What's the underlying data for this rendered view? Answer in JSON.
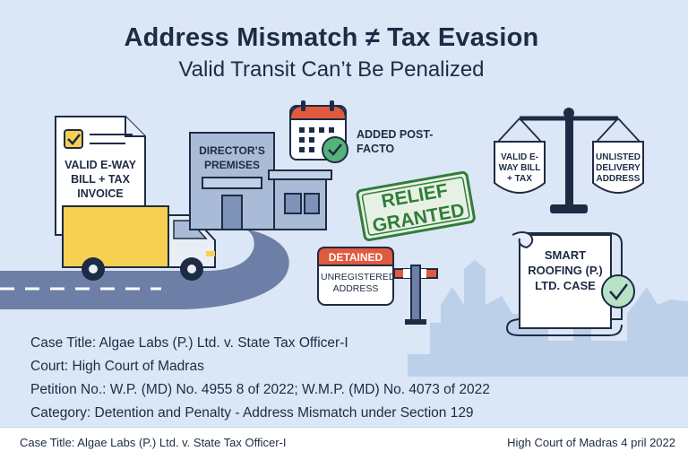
{
  "title": "Address Mismatch ≠ Tax Evasion",
  "subtitle": "Valid Transit Can’t Be Penalized",
  "invoice_label": "VALID E-WAY BILL + TAX INVOICE",
  "building_label": "DIRECTOR’S PREMISES",
  "calendar_label": "ADDED POST-FACTO",
  "relief_stamp": "RELIEF GRANTED",
  "detained_tag": "DETAINED",
  "detained_sub": "UNREGISTERED ADDRESS",
  "scale_left": "VALID E-WAY BILL + TAX",
  "scale_right": "UNLISTED DELIVERY ADDRESS",
  "scroll_label": "SMART ROOFING (P.) LTD. CASE",
  "case": {
    "title": "Case Title: Algae Labs (P.) Ltd. v. State Tax Officer-I",
    "court": "Court: High Court of Madras",
    "petition": "Petition No.: W.P. (MD) No. 4955 8 of 2022; W.M.P. (MD) No. 4073 of 2022",
    "category": "Category: Detention and Penalty - Address Mismatch under Section 129"
  },
  "footer": {
    "left": "Case Title: Algae Labs (P.) Ltd. v. State Tax Officer-I",
    "right": "High Court of Madras  4 pril 2022"
  },
  "colors": {
    "background": "#dbe6f6",
    "navy": "#1e2b45",
    "truck_yellow": "#f7cf52",
    "road": "#6d7fa6",
    "stamp_green": "#2f7d3a",
    "detained_red": "#e05a3e",
    "check_green": "#55b37a"
  },
  "icons": [
    "checkbox-icon",
    "calendar-icon",
    "check-circle-icon",
    "scale-icon",
    "barrier-icon"
  ]
}
